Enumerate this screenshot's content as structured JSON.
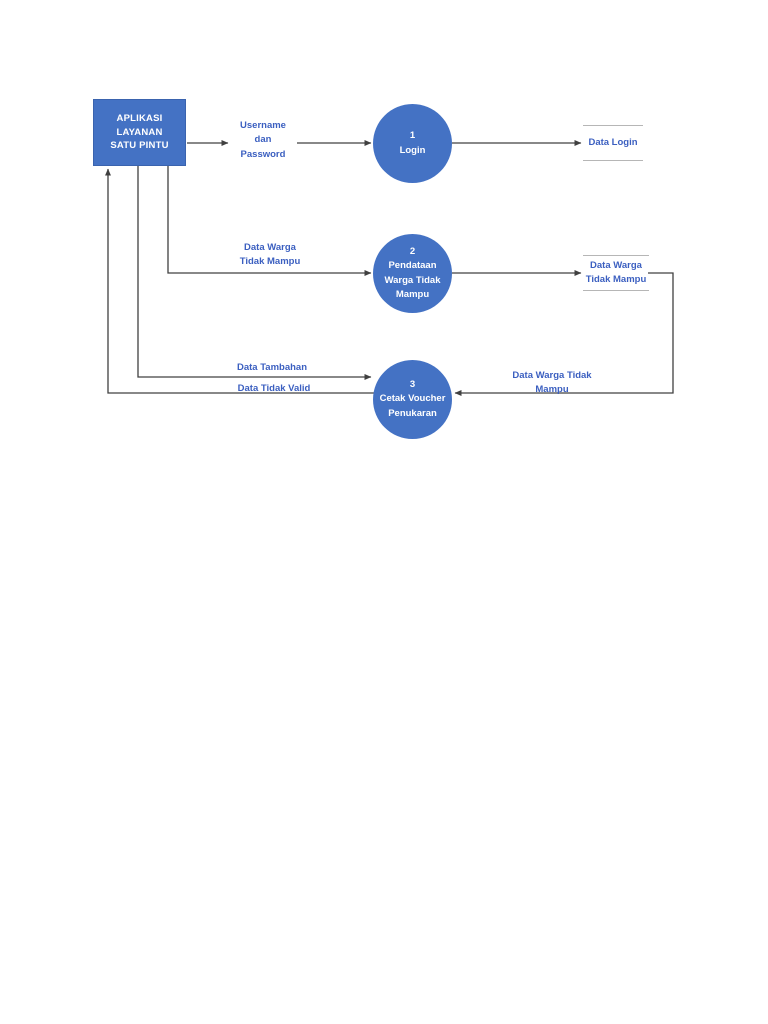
{
  "diagram": {
    "title": "Data Flow Diagram - Aplikasi Layanan Satu Pintu",
    "type": "data-flow-diagram",
    "colors": {
      "shape_fill": "#4472C4",
      "shape_text": "#FFFFFF",
      "label_text": "#3B5FC0",
      "connector": "#404040",
      "datastore_rule": "#B6B6B6",
      "background": "#FFFFFF"
    }
  },
  "entities": [
    {
      "id": "entity-aplikasi",
      "lines": [
        "APLIKASI",
        "LAYANAN",
        "SATU PINTU"
      ]
    }
  ],
  "processes": [
    {
      "id": "process-1",
      "number": "1",
      "lines": [
        "Login"
      ]
    },
    {
      "id": "process-2",
      "number": "2",
      "lines": [
        "Pendataan",
        "Warga Tidak",
        "Mampu"
      ]
    },
    {
      "id": "process-3",
      "number": "3",
      "lines": [
        "Cetak Voucher",
        "Penukaran"
      ]
    }
  ],
  "datastores": [
    {
      "id": "datastore-data-login",
      "lines": [
        "Data Login"
      ]
    },
    {
      "id": "datastore-data-warga-tidak-mampu",
      "lines": [
        "Data Warga",
        "Tidak Mampu"
      ]
    }
  ],
  "flows": [
    {
      "id": "flow-username-dan-password",
      "lines": [
        "Username",
        "dan",
        "Password"
      ],
      "from": "entity-aplikasi",
      "to": "process-1"
    },
    {
      "id": "flow-data-warga-tidak-mampu-in",
      "lines": [
        "Data Warga",
        "Tidak Mampu"
      ],
      "from": "entity-aplikasi",
      "to": "process-2"
    },
    {
      "id": "flow-data-tambahan",
      "lines": [
        "Data Tambahan"
      ],
      "from": "entity-aplikasi",
      "to": "process-3"
    },
    {
      "id": "flow-data-tidak-valid",
      "lines": [
        "Data Tidak Valid"
      ],
      "from": "process-3",
      "to": "entity-aplikasi"
    },
    {
      "id": "flow-data-warga-tidak-mampu-store",
      "lines": [
        "Data Warga Tidak",
        "Mampu"
      ],
      "from": "datastore-data-warga-tidak-mampu",
      "to": "process-3"
    }
  ]
}
